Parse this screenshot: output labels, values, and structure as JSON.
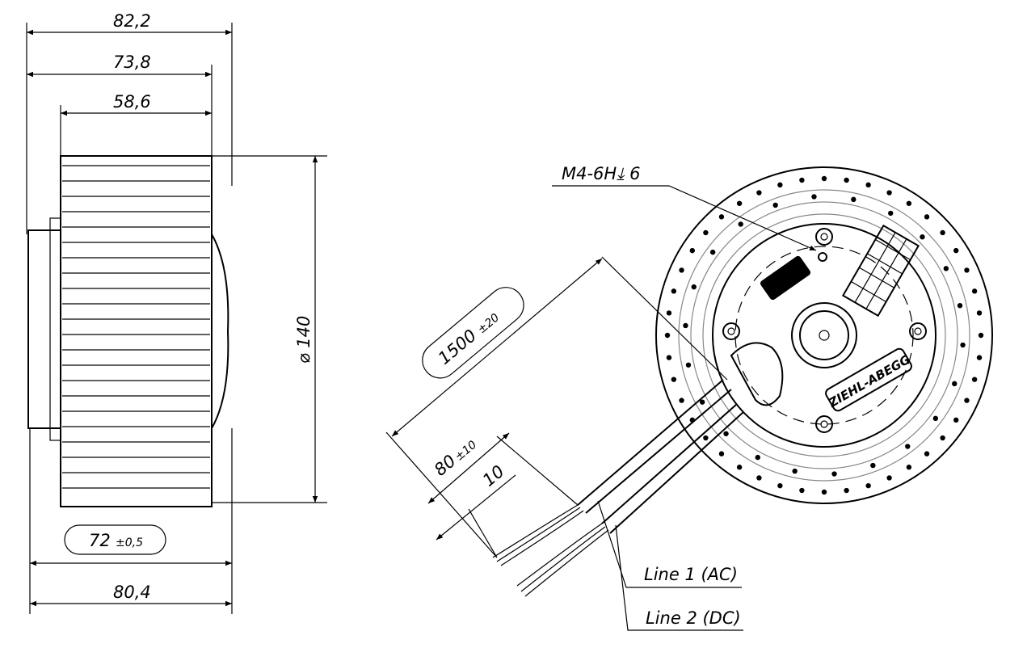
{
  "side_view": {
    "dim_overall": "82,2",
    "dim_middle": "73,8",
    "dim_wheel": "58,6",
    "dim_diameter": "⌀ 140",
    "dim_width_box": "72",
    "dim_width_box_tol": "±0,5",
    "dim_bottom": "80,4"
  },
  "front_view": {
    "thread_callout": "M4-6H⤓ 6",
    "cable_length": "1500",
    "cable_length_tol": "±20",
    "strip_length": "80",
    "strip_length_tol": "±10",
    "wire_end": "10",
    "line1": "Line 1 (AC)",
    "line2": "Line 2 (DC)",
    "logo_text": "ZIEHL-ABEGG"
  }
}
